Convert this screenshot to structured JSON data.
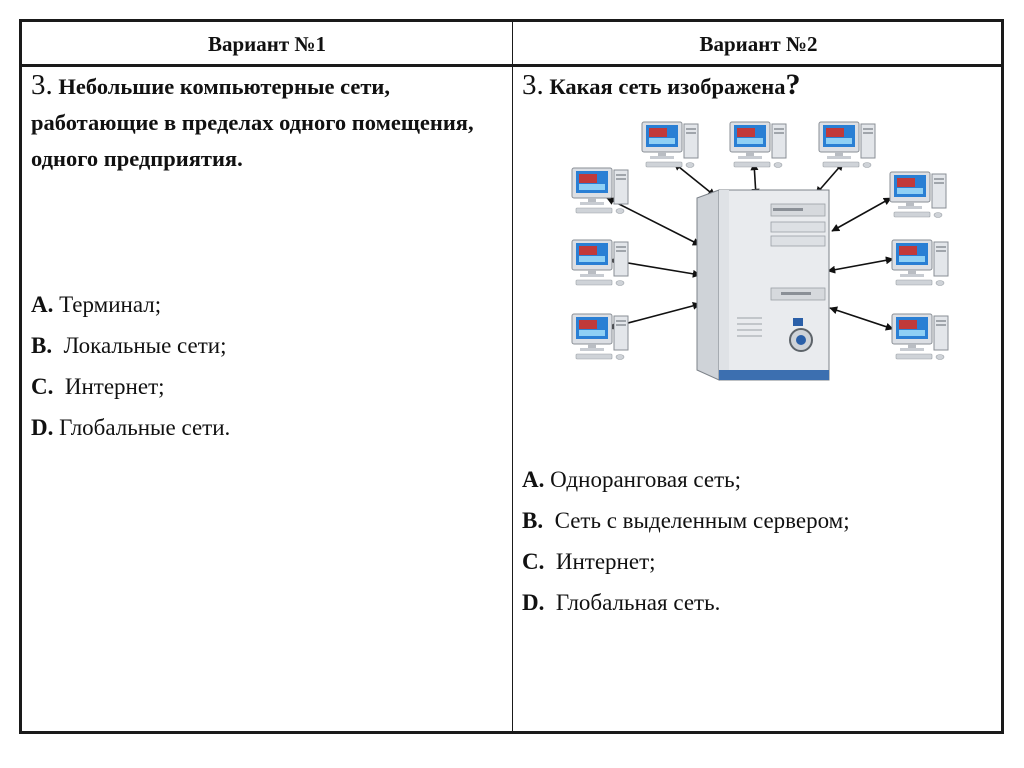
{
  "header": {
    "col1": "Вариант №1",
    "col2": "Вариант №2"
  },
  "variant1": {
    "question_number": "3.",
    "question_text": "Небольшие компьютерные сети, работающие в пределах одного помещения, одного предприятия.",
    "options": [
      {
        "letter": "A.",
        "text": "Терминал;"
      },
      {
        "letter": "B.",
        "text": "Локальные сети;"
      },
      {
        "letter": "C.",
        "text": "Интернет;"
      },
      {
        "letter": "D.",
        "text": "Глобальные сети."
      }
    ]
  },
  "variant2": {
    "question_number": "3.",
    "question_text": "Какая сеть изображена",
    "question_mark": "?",
    "options": [
      {
        "letter": "A.",
        "text": "Одноранговая сеть;"
      },
      {
        "letter": "B.",
        "text": "Сеть с выделенным сервером;"
      },
      {
        "letter": "C.",
        "text": "Интернет;"
      },
      {
        "letter": "D.",
        "text": "Глобальная сеть."
      }
    ]
  },
  "figure": {
    "type": "network-diagram",
    "central_node": "server-tower-icon",
    "client_nodes": 9,
    "colors": {
      "screen": "#2a7fd4",
      "body": "#e4e6ea",
      "arrow": "#111111"
    }
  }
}
